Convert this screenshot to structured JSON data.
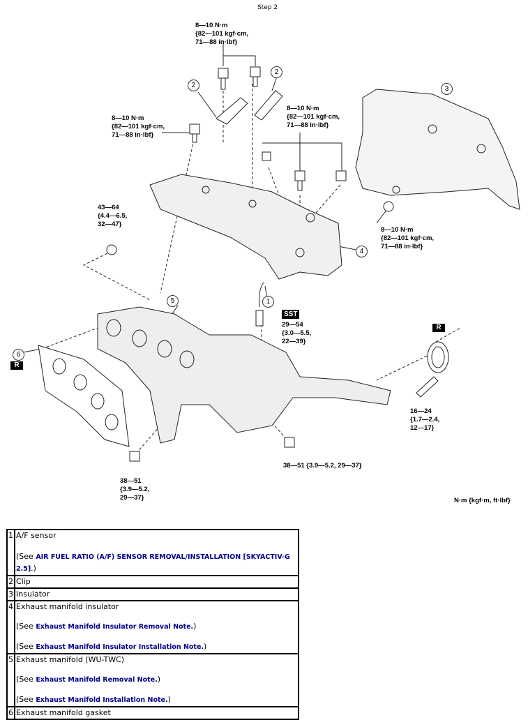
{
  "step_title": "Step 2",
  "torques": {
    "top": "8—10 N·m\n{82—101 kgf·cm,\n71—88 in·lbf}",
    "left": "8—10 N·m\n{82—101 kgf·cm,\n71—88 in·lbf}",
    "middle_right": "8—10 N·m\n{82—101 kgf·cm,\n71—88 in·lbf}",
    "insulator_nut": "8—10 N·m\n{82—101 kgf·cm,\n71—88 in·lbf}",
    "manifold_nut": "43—64\n{4.4—6.5,\n32—47}",
    "af_sensor": "29—54\n{3.0—5.5,\n22—39}",
    "stud": "16—24\n{1.7—2.4,\n12—17}",
    "bracket_bolt_right": "38—51 {3.9—5.2, 29—37}",
    "bracket_bolt_left": "38—51\n{3.9—5.2,\n29—37}"
  },
  "units_note": "N·m {kgf·m, ft·lbf}",
  "sst_label": "SST",
  "replace_label": "R",
  "callouts": [
    "1",
    "2",
    "2",
    "3",
    "4",
    "5",
    "6"
  ],
  "parts": [
    {
      "num": "1",
      "name": "A/F sensor",
      "notes": [
        {
          "pre": "(See ",
          "link": "AIR FUEL RATIO (A/F) SENSOR REMOVAL/INSTALLATION [SKYACTIV-G 2.5]",
          "post": ".)"
        }
      ]
    },
    {
      "num": "2",
      "name": "Clip",
      "notes": []
    },
    {
      "num": "3",
      "name": "Insulator",
      "notes": []
    },
    {
      "num": "4",
      "name": "Exhaust manifold insulator",
      "notes": [
        {
          "pre": "(See ",
          "link": "Exhaust Manifold Insulator Removal Note.",
          "post": ")"
        },
        {
          "pre": "(See ",
          "link": "Exhaust Manifold Insulator Installation Note.",
          "post": ")"
        }
      ]
    },
    {
      "num": "5",
      "name": "Exhaust manifold (WU-TWC)",
      "notes": [
        {
          "pre": "(See ",
          "link": "Exhaust Manifold Removal Note.",
          "post": ")"
        },
        {
          "pre": "(See ",
          "link": "Exhaust Manifold Installation Note.",
          "post": ")"
        }
      ]
    },
    {
      "num": "6",
      "name": "Exhaust manifold gasket",
      "notes": []
    }
  ]
}
